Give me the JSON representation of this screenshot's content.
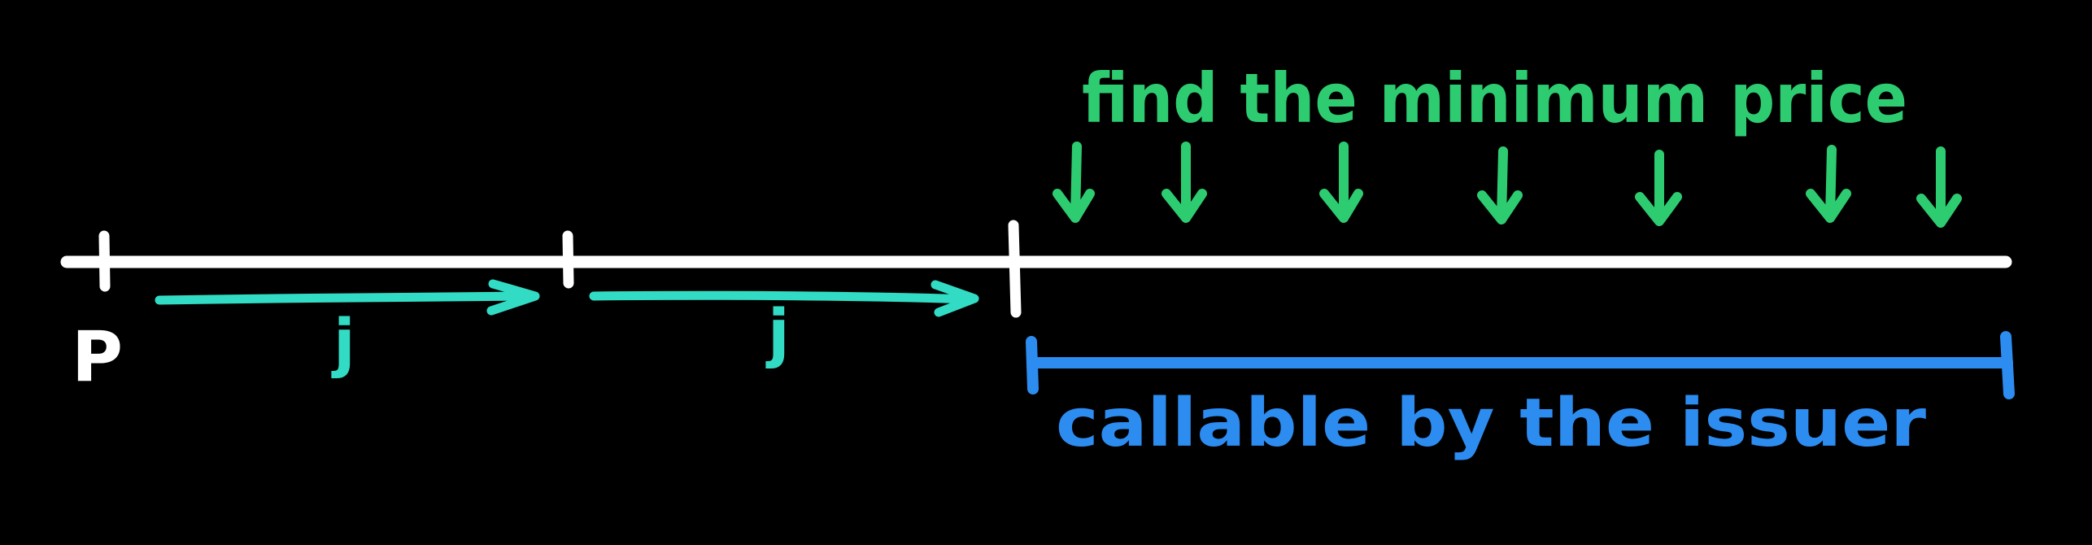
{
  "labels": {
    "point": "P",
    "interval_1": "j",
    "interval_2": "j",
    "top_annotation": "find the minimum price",
    "bottom_annotation": "callable by the issuer"
  },
  "colors": {
    "background": "#000000",
    "timeline": "#ffffff",
    "interval_arrows": "#32dcc4",
    "annotation_top": "#2ecc71",
    "bracket": "#2d8cf0"
  },
  "down_arrow_count": 7
}
